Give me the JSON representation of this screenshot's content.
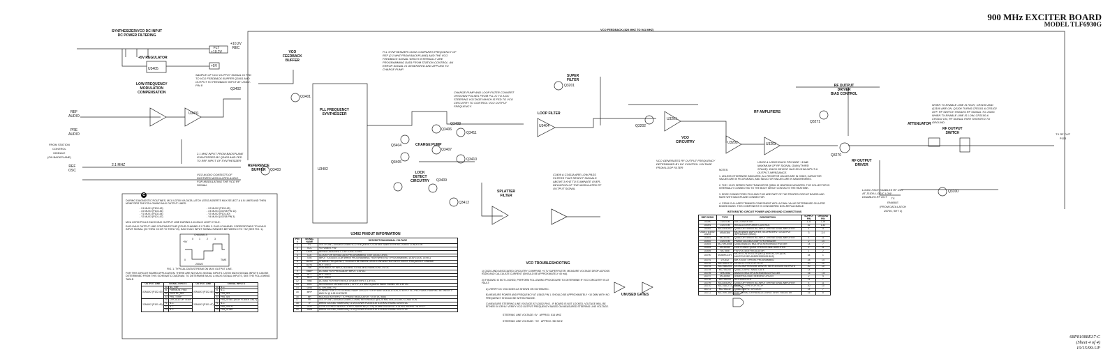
{
  "header": {
    "title": "900 MHz EXCITER BOARD",
    "model": "MODEL TLF6930G"
  },
  "footer": {
    "part": "68P81088E37-C",
    "sheet": "(Sheet 4 of 4)",
    "date": "10/15/99-UP"
  },
  "blocks": {
    "dc_filter": "SYNTHESIZER/VCO DC INPUT\nDC POWER FILTERING",
    "regulator": "+5V REGULATOR",
    "lf_comp": "LOW-FREQUENCY\nMODULATION\nCOMPENSATION",
    "vco_fb_buffer": "VCO\nFEEDBACK\nBUFFER",
    "pll": "PLL FREQUENCY\nSYNTHESIZER",
    "ref_buffer": "REFERENCE\nBUFFER",
    "charge_pump": "CHARGE PUMP",
    "lock_detect": "LOCK\nDETECT\nCIRCUITRY",
    "loop_filter": "LOOP FILTER",
    "splatter": "SPLATTER\nFILTER",
    "super_filter": "SUPER\nFILTER",
    "vco": "VCO\nCIRCUITRY",
    "rf_amps": "RF AMPLIFIERS",
    "bias_control": "RF OUTPUT\nDRIVER\nBIAS CONTROL",
    "rf_driver": "RF OUTPUT\nDRIVER",
    "attenuator": "ATTENUATOR",
    "rf_switch": "RF OUTPUT\nSWITCH",
    "unused_gates": "UNUSED GATES",
    "vco_feedback_line": "VCO FEEDBACK (820 MHZ TO 941 MHZ)"
  },
  "signals": {
    "rec": "+10.2V\nREC",
    "flt": "FLT\n+10.2V",
    "plus5": "+5V",
    "ref_audio": "REF\nAUDIO",
    "pre_audio": "PRE\nAUDIO",
    "from_station": "FROM STATION\nCONTROL\nMODULE\n(ON BACKPLANE)",
    "ref_osc": "REF\nOSC",
    "mhz": "2.1 MHZ",
    "tx_enable": "TX\nENABLE\n(FROM DATA LATCH\nU3700, SHT 1)",
    "rf_out": "TX RF OUT\nP103",
    "q_labels": [
      "Q3401",
      "Q3402",
      "Q3403",
      "Q3404",
      "Q3405",
      "Q3406",
      "Q3407",
      "Q3408",
      "Q3409",
      "Q3410",
      "Q3411",
      "Q3412",
      "Q3201",
      "Q3202",
      "Q3271",
      "Q3270",
      "Q3100"
    ],
    "u_labels": [
      "U3401",
      "U3402",
      "U3404",
      "U3405",
      "U3201",
      "U3202",
      "U3203"
    ]
  },
  "notes": {
    "vco_sample": "SAMPLE OF VCO OUTPUT SIGNAL IS FED TO VCO FEEDBACK BUFFER Q3401 AND OUTPUT TO FEEDBACK INPUT AT U3402-PIN 8",
    "pll_note": "PLL SYNTHESIZER U3402 COMPARES FREQUENCY OF REF (2.1 MHZ FROM BACKPLANE) AND THE VCO FEEDBACK SIGNAL WHICH INTERNALLY ARE PROGRAMMING DATA FROM STATION CONTROL. AN ERROR SIGNAL IS GENERATED AND APPLIED TO CHARGE PUMP.",
    "charge_pump_note": "CHARGE PUMP AND LOOP FILTER CONVERT UP/DOWN PULSES FROM PLL IC TO A DC STEERING VOLTAGE WHICH IS FED TO VCO CIRCUITRY TO CONTROL VCO OUTPUT FREQUENCY.",
    "ref_note": "2.1 MHZ INPUT FROM BACKPLANE IS BUFFERED BY Q3403 AND FED TO REF INPUT OF SYNTHESIZER",
    "vco_audio_note": "VCO AUDIO CONSISTS OF DIGITIZED MODULATED AUDIO FOR MODULATING THE VCO RF SIGNAL",
    "loop_note": "C3409 & C3411A ARE LOW-PASS FILTERS THAT REJECT SIGNALS ABOVE 3 KHZ TO ELIMINATE OVER-DEVIATION OF THE MODULATED RF OUTPUT SIGNAL",
    "vco_freq_note": "VCO GENERATES RF OUTPUT FREQUENCY DETERMINED BY DC CONTROL VOLTAGE FROM LOOP FILTER",
    "amp_note": "U3202 & U3203 EACH PROVIDE +13dB MAXIMUM OF RF SIGNAL GAIN (THIRD STAGE). EACH DEVICE HAS 50 OHM INPUT & OUTPUT IMPEDANCE.",
    "switch_note": "WHEN TX ENABLE LINE IS HIGH, CR3100 AND Q3100 ARE ON. Q3100 TURNS CR3101 & CR3102 OFF. RF SWITCH PASSES RF SIGNAL TO J3100. WHEN TX ENABLE LINE IS LOW, CR3100 & CR3102 ON, RF SIGNAL PATH SHUNTED TO GROUND.",
    "enable_note": "LOGIC HIGH ENABLES RF OUT AT J3100; LOGIC LOW DISABLES RF OUT"
  },
  "general_notes": {
    "title": "NOTES:",
    "items": [
      "1. UNLESS OTHERWISE INDICATED, ALL RESISTOR VALUES ARE IN OHMS, CAPACITOR VALUES ARE IN PICOFARADS, AND INDUCTOR VALUES ARE IN NANOHENRIES.",
      "2. THE +10.2V SERIES PASS TRANSISTOR Q3504 IS HEATSINK MOUNTED. THE COLLECTOR IS INTERNALLY CONNECTED TO THE BODY WHICH CONTACTS THE HEATSINK.",
      "3. EDGE CONNECTORS P101 AND P102 ARE PART OF THE PRINTED CIRCUIT BOARD AND MATE WITH BACKPLANE CONNECTOR.",
      "4. C3206 IS A LASER TRIMMED COMPONENT WITH A FINAL VALUE DETERMINED ON A PER BOARD BASIS. THIS COMPONENT IS CONSIDERED NON-REPLACEABLE."
    ]
  },
  "diagnostic": {
    "marker": "C",
    "p1": "DURING DIAGNOSTIC ROUTINES, MCU U3700 VIA DATA LATCH U3702 ASSERTS MUX SELECT A & B LINES AND THEN MONITORS THE FOLLOWING MUX OUTPUT LINES:",
    "mux_lines": [
      "- X1 MUX1 (P102-43)",
      "- X2 MUX3 (P102-46)",
      "- Y1 MUX1 (P102-44)",
      "- Y2 MUX3 (P101-47)",
      "- X2 MUX2 (P102-43)",
      "- X4 MUX4 (U3708 PIN 13)",
      "- Y2 MUX2 (P101-40)",
      "- Y4 MUX4 (U3708 PIN 3)"
    ],
    "p2": "MCU U3700 POLLS EACH MUX OUTPUT LINE DURING A 10-20mS LOOP CYCLE.",
    "p3": "EACH MUX OUTPUT LINE CONTAINS FOUR (FOUR CHANNELS 0 THRU 3. EACH CHANNEL CORRESPONDS TO A MUX INPUT SIGNAL (X0 THRU X3 OR Y0 THRU Y3). EACH MUX INPUT SIGNAL RANGES BETWEEN 0 TO +5V (SEE FIG. 1).",
    "fig_channels": "CHANNELS",
    "fig_ch": [
      "0",
      "1",
      "2",
      "3"
    ],
    "fig_v": "+5V",
    "fig_zero": "0",
    "fig_time": "TIME",
    "fig_us": "200uS",
    "fig_caption": "FIG. 1. TYPICAL DATA STREAM ON MUX OUTPUT LINE.",
    "p4": "FOR THIS CIRCUIT BOARD APPLICATION, THERE ARE NO MUX1 SIGNAL INPUTS. U3700 MUX4 SIGNAL INPUTS CAN BE DETERMINED FROM THIS SCHEMATIC DIAGRAM. TO DETERMINE MUX2 & MUX3 SIGNAL INPUTS, SEE THE FOLLOWING TABLE.",
    "table_headers": [
      "OUTPUT LINE",
      "SIGNAL INPUTS",
      "OUTPUT LINE",
      "SIGNAL INPUTS"
    ],
    "groups": [
      {
        "left_line": "X2MUX2 (P102-43)",
        "left": [
          [
            "X0",
            "NC_REF"
          ],
          [
            "X1",
            "PWRMON_FWD"
          ],
          [
            "X2",
            "VCNTRL_REF"
          ],
          [
            "X3",
            "PPA_TEMP"
          ]
        ],
        "right_line": "X3MUX3 (P102-46)",
        "right": [
          [
            "X0",
            "N.C."
          ],
          [
            "X1",
            "N.C."
          ],
          [
            "X2",
            "PPA_ID4"
          ],
          [
            "X3",
            "PPA_ID5"
          ]
        ]
      },
      {
        "left_line": "Y2MUX2 (P101-40)",
        "left": [
          [
            "Y0",
            "CIRCULATOR TEMP"
          ],
          [
            "Y1",
            "N.C."
          ],
          [
            "Y2",
            "N.C."
          ],
          [
            "Y3",
            "N.C."
          ]
        ],
        "right_line": "Y3MUX3 (P101-47)",
        "right": [
          [
            "Y0",
            "PPA_VFWD (HIGH POWER ONLY)"
          ],
          [
            "Y1",
            "N.C."
          ],
          [
            "Y2",
            "PPA_VREFL"
          ],
          [
            "Y3",
            "PPA_VFWD"
          ]
        ]
      }
    ]
  },
  "pinout": {
    "title": "U3402 PINOUT INFORMATION",
    "headers": [
      "PIN #",
      "SIGNAL NAME",
      "DESCRIPTION/NOMINAL VOLTAGE"
    ],
    "rows": [
      [
        "1",
        "FV",
        "TEST POINT, DIVIDED DOWN VCO FREQUENCY, 6.25 KHZ SAWTOOTH IN LOCKED CONDITION"
      ],
      [
        "2",
        "VCC",
        "+5 POWER, +5V"
      ],
      [
        "3",
        "DATA",
        "SERIAL DATA INPUT, 0-5V LOGIC LEVEL"
      ],
      [
        "4",
        "CLK",
        "CLOCK FOR SERIAL DATA PROGRAMMING, 0-5V LOGIC LEVEL"
      ],
      [
        "5",
        "STB",
        "INPUT TOGGLES LOW WHEN PROGRAMMING, HIGH WHEN NOT PROGRAMMING (0-5V LOGIC LEVEL)"
      ],
      [
        "6",
        "AUX0",
        "CHANGE FREQUENCY, TOGGLES BETWEEN LOGIC LOW AND HIGH WITH EVERY FREQUENCY CHANGE"
      ],
      [
        "7",
        "AUX1",
        "NOT USED"
      ],
      [
        "8",
        "FIN",
        "FEEDBACK RF INPUT, 820 MHZ TO 941 MHZ RIDING ON 1.4V DC"
      ],
      [
        "9",
        "VBBP",
        "DC BIAS FOR PRESCALER INPUT, 1.4V DC"
      ],
      [
        "10",
        "NC1",
        "NOT USED"
      ],
      [
        "11",
        "NC2",
        "NOT USED"
      ],
      [
        "12",
        "VBB",
        "DC BIAS FOR REFERENCE DIVIDER INPUT, 1.4V DC"
      ],
      [
        "13",
        "OSC",
        "REFERENCE DIVIDER INPUT, 1V P-P, 2.1 MHZ SQUARE WAVE RIDING ON 1.4V DC"
      ],
      [
        "14",
        "GND",
        "IC GROUND, 0V"
      ],
      [
        "15",
        "MRP",
        "CONNECTION TO EXTERNAL RAMP CIRCUIT FOR PHASE MODULATION, STEEPLY SLOPED RAMP, RAMPING BETWEEN 0 AND 5V @ 6.25 KHZ RATE"
      ],
      [
        "16",
        "MR",
        "MODULATION INPUT TO PHASE MODULATOR, +2.5V DC BIAS"
      ],
      [
        "17",
        "FR",
        "TEST POINT, DIVIDED DOWN 2.1 MHZ REFERENCE @ 6.25 KHZ IN A LOCKED CONDITION"
      ],
      [
        "18",
        "TP",
        "WHEN LOCKED, NARROW (<1 US) DOWN PULSES AT 6.25 KHZ RIDING ON 5V DC"
      ],
      [
        "19",
        "DDO",
        "LOOP LOCKED: WHEN LOCKED, NARROW (<1 US) DOWN PULSES AT 6.25 KHZ RIDING ON 5V DC"
      ],
      [
        "20",
        "DMB",
        "WHEN LOCKED, NARROW (<1 US) DOWN PULSES AT 6.25 KHZ RIDING ON 0V DC"
      ]
    ]
  },
  "troubleshooting": {
    "title": "VCO TROUBLESHOOTING",
    "items": [
      "1) Q3201 AND ASSOCIATED CIRCUITRY COMPRISE +9.7V SUPERFILTER. MEASURE VOLTAGE DROP ACROSS R3200 AND CALCULATE CURRENT (SHOULD BE APPROXIMATELY 45 mA).",
      "2) IF BOARD IS NOT LOCKED, PERFORM FOLLOWING PROCEDURE TO DETERMINE IF VCO CIRCUITRY IS AT FAULT:",
      "A) VERIFY DC VOLTAGES AS SHOWN ON SCHEMATIC.",
      "B) MEASURE POWER AND FREQUENCY AT U3402-PIN 1. SHOULD BE APPROXIMATELY +10 DBM WITH NO FREQUENCY SHOULD BE WITHIN RANGE.",
      "C) MEASURE STEERING LINE VOLTAGE AT U3402-PIN 1. IF BOARD IS NOT LOCKED, VOLTAGE WILL BE EITHER 0V OR 9V. VERIFY VCO OUTPUT FREQUENCY BASED ON MEASURED STEERING LINE VOLTAGE."
    ],
    "steering": [
      [
        "STEERING LINE VOLTAGE: 0V",
        "APPROX. 814 MHZ"
      ],
      [
        "STEERING LINE VOLTAGE: +9V",
        "APPROX. 950 MHZ"
      ]
    ]
  },
  "ic_table": {
    "title": "INTEGRATED CIRCUIT POWER AND GROUND CONNECTIONS",
    "headers": [
      "REF DESIG",
      "TYPE",
      "DESCRIPTION",
      "SUPPLY PIN",
      "GROUND PIN"
    ],
    "rows": [
      [
        "U3000",
        "CUSTOM",
        "D/A CONVERTER",
        "1,11",
        "2,18"
      ],
      [
        "U3001",
        "CUSTOM",
        "REGULATOR/POWER CONTROL",
        "32",
        "1,32"
      ],
      [
        "U3002",
        "MC3303DR2",
        "QUAD DIFFERENTIAL-INPUT OPERATIONAL AMPLIFIER",
        "4",
        "11"
      ],
      [
        "U3201, U3202, U3203",
        "MSA0386",
        "MICROWAVE AMPLIFIER, 50-OHM INPUT & OUTPUT IMPEDANCE (MMIC)",
        "3",
        "2,4"
      ],
      [
        "U3401",
        "MC3374D",
        "QUAD DIFFERENTIAL-INPUT OPERATIONAL AMPLIFIER",
        "4",
        "11"
      ],
      [
        "U3402",
        "CUSTOM",
        "PHASE LOCKED LOOP SYNTHESIZER",
        "2",
        "14"
      ],
      [
        "U3403",
        "MC74HC4066",
        "QUAD ANALOG MULTIPLEXER/DEMULTIPLEXER",
        "14",
        "7"
      ],
      [
        "U3404",
        "MC33184",
        "LOW POWER QUAD OPERATIONAL AMPLIFIER",
        "4",
        "11"
      ],
      [
        "U3405",
        "MC7805",
        "+5V VOLTAGE REGULATOR",
        "1",
        "2"
      ],
      [
        "U3700",
        "MC68HC11F1",
        "MICROCONTROLLER (MCU) W/ROM, SPI (NON-MULTIPLEXED ADDRESS/DATA BUS)",
        "34",
        "1"
      ],
      [
        "U3701",
        "27C512",
        "64K X 8-BIT EPROM, PROGRAMMED",
        "28",
        "14"
      ],
      [
        "U3702",
        "MC74HC273",
        "OCTAL D-TYPE FLIP-FLOP",
        "20",
        "10"
      ],
      [
        "U3703",
        "MC74AC244",
        "OCTAL BUFFER/LINE DRIVER, WITH 3-STATE OUTPUTS",
        "20",
        "10"
      ],
      [
        "U3704",
        "MC74AC00",
        "QUAD 2-INPUT NAND GATE",
        "14",
        "7"
      ],
      [
        "U3705",
        "74HC4052",
        "ANALOG MULTIPLEXER/DEMULTIPLEXER",
        "16",
        "7,8"
      ],
      [
        "U3707",
        "MC33064",
        "UNDERVOLTAGE SENSING CIRCUIT",
        "2",
        "4"
      ],
      [
        "U3708",
        "MC74AC04",
        "HEX INVERTER",
        "14",
        "7"
      ],
      [
        "U3709",
        "MC3303DR2",
        "QUAD DIFFERENTIAL-INPUT OPERATIONAL AMPLIFIER",
        "4",
        "11"
      ],
      [
        "U3710",
        "MC74AC273",
        "OCTAL D-TYPE FLIP-FLOP",
        "20",
        "10"
      ],
      [
        "U3711",
        "MC74AC32",
        "QUAD 2-INPUT OR GATE",
        "14",
        "7"
      ],
      [
        "U3712",
        "MC74HC165",
        "8-BIT SERIAL OR PARALLEL INPUT SHIFT REGISTER",
        "16",
        "8"
      ]
    ]
  }
}
